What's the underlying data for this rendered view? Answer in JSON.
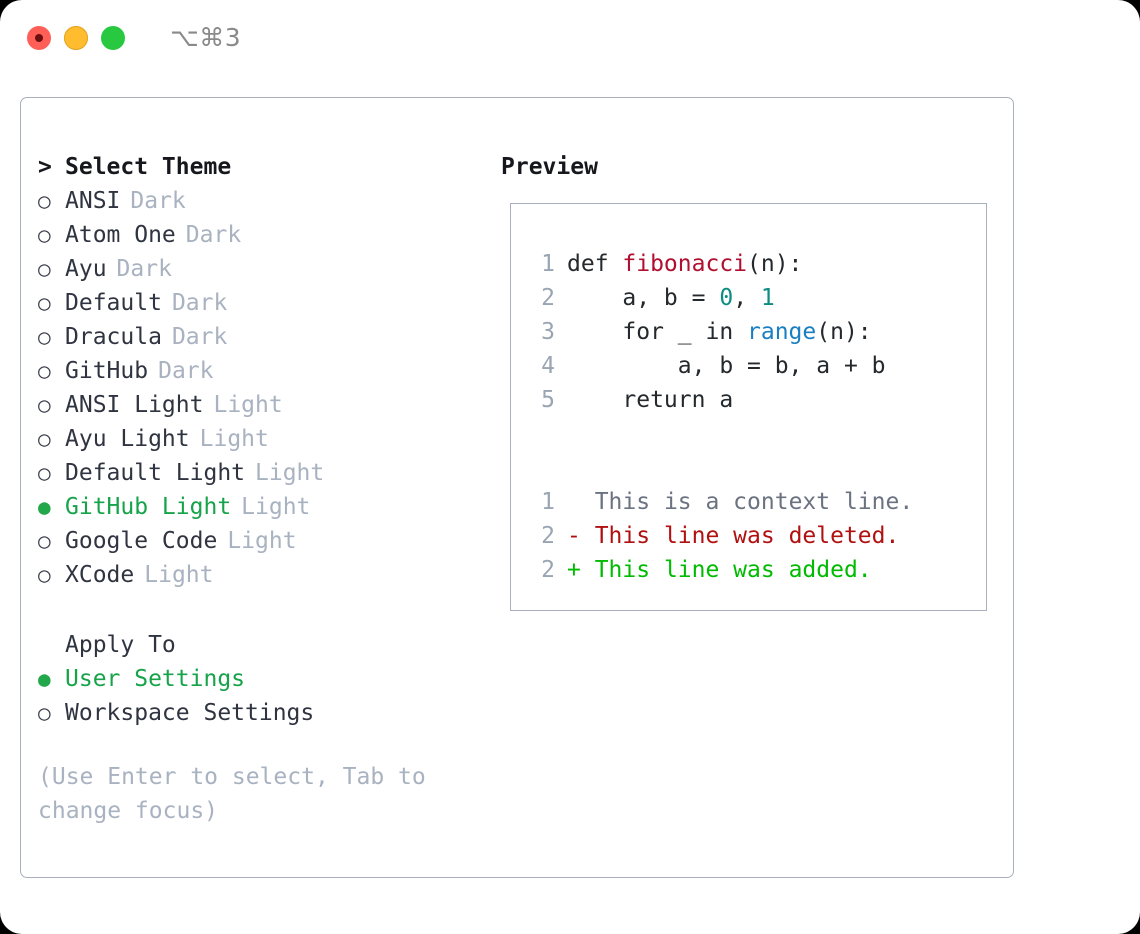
{
  "window": {
    "shortcut": "⌥⌘3",
    "traffic_lights": [
      "close-light",
      "minimize-light",
      "maximize-light"
    ]
  },
  "theme_list": {
    "header": {
      "marker": ">",
      "label": "Select Theme"
    },
    "items": [
      {
        "marker": "○",
        "label": "ANSI",
        "tag": "Dark",
        "selected": false
      },
      {
        "marker": "○",
        "label": "Atom One",
        "tag": "Dark",
        "selected": false
      },
      {
        "marker": "○",
        "label": "Ayu",
        "tag": "Dark",
        "selected": false
      },
      {
        "marker": "○",
        "label": "Default",
        "tag": "Dark",
        "selected": false
      },
      {
        "marker": "○",
        "label": "Dracula",
        "tag": "Dark",
        "selected": false
      },
      {
        "marker": "○",
        "label": "GitHub",
        "tag": "Dark",
        "selected": false
      },
      {
        "marker": "○",
        "label": "ANSI Light",
        "tag": "Light",
        "selected": false
      },
      {
        "marker": "○",
        "label": "Ayu Light",
        "tag": "Light",
        "selected": false
      },
      {
        "marker": "○",
        "label": "Default Light",
        "tag": "Light",
        "selected": false
      },
      {
        "marker": "●",
        "label": "GitHub Light",
        "tag": "Light",
        "selected": true
      },
      {
        "marker": "○",
        "label": "Google Code",
        "tag": "Light",
        "selected": false
      },
      {
        "marker": "○",
        "label": "XCode",
        "tag": "Light",
        "selected": false
      }
    ]
  },
  "apply_to": {
    "header": "Apply To",
    "items": [
      {
        "marker": "●",
        "label": "User Settings",
        "selected": true
      },
      {
        "marker": "○",
        "label": "Workspace Settings",
        "selected": false
      }
    ]
  },
  "hint": "(Use Enter to select, Tab to change focus)",
  "preview": {
    "title": "Preview",
    "code_lines": [
      {
        "number": "1",
        "tokens": [
          {
            "text": "def ",
            "type": "plain"
          },
          {
            "text": "fibonacci",
            "type": "fn"
          },
          {
            "text": "(n):",
            "type": "plain"
          }
        ]
      },
      {
        "number": "2",
        "tokens": [
          {
            "text": "    a, b = ",
            "type": "plain"
          },
          {
            "text": "0",
            "type": "num"
          },
          {
            "text": ", ",
            "type": "plain"
          },
          {
            "text": "1",
            "type": "num"
          }
        ]
      },
      {
        "number": "3",
        "tokens": [
          {
            "text": "    for _ in ",
            "type": "plain"
          },
          {
            "text": "range",
            "type": "call"
          },
          {
            "text": "(n):",
            "type": "plain"
          }
        ]
      },
      {
        "number": "4",
        "tokens": [
          {
            "text": "        a, b = b, a + b",
            "type": "plain"
          }
        ]
      },
      {
        "number": "5",
        "tokens": [
          {
            "text": "    return a",
            "type": "plain"
          }
        ]
      }
    ],
    "diff_lines": [
      {
        "number": "1",
        "sign": " ",
        "text": " This is a context line.",
        "type": "context"
      },
      {
        "number": "2",
        "sign": "-",
        "text": " This line was deleted.",
        "type": "del"
      },
      {
        "number": "2",
        "sign": "+",
        "text": " This line was added.",
        "type": "add"
      }
    ]
  },
  "colors": {
    "accent_green": "#16a34a",
    "marker_green": "#22a84a",
    "muted": "#a9b2c0",
    "border": "#a8b0bd",
    "gutter": "#9aa5b4",
    "fn_red": "#b01030",
    "num_teal": "#0d8c82",
    "call_blue": "#1a7fc1",
    "diff_del": "#b01010",
    "diff_add": "#00bb00",
    "diff_context": "#6b7280"
  }
}
